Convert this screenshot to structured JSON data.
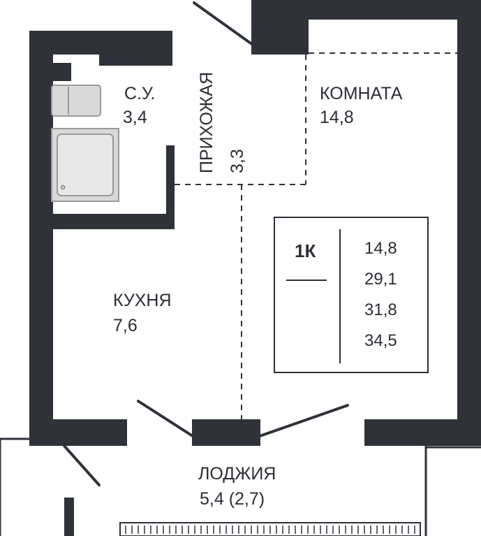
{
  "rooms": {
    "bathroom": {
      "name": "С.У.",
      "area": "3,4"
    },
    "hallway": {
      "name": "ПРИХОЖАЯ",
      "area": "3,3"
    },
    "room": {
      "name": "КОМНАТА",
      "area": "14,8"
    },
    "kitchen": {
      "name": "КУХНЯ",
      "area": "7,6"
    },
    "loggia": {
      "name": "ЛОДЖИЯ",
      "area": "5,4 (2,7)"
    }
  },
  "summary": {
    "type": "1К",
    "values": [
      "14,8",
      "29,1",
      "31,8",
      "34,5"
    ]
  },
  "colors": {
    "wall": "#2f3239",
    "text": "#2b2e35",
    "fixture": "#d9d9d9"
  }
}
